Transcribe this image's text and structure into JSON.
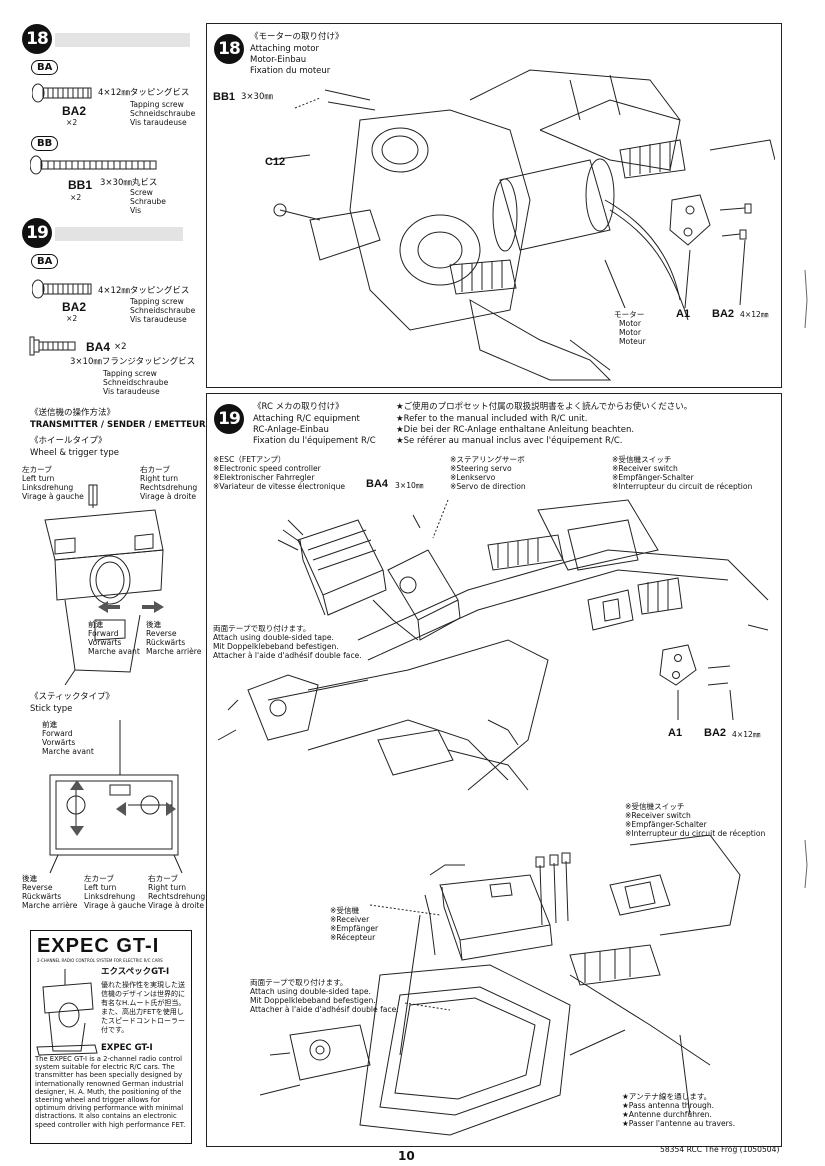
{
  "left": {
    "step18_badge": "18",
    "ba_pill": "BA",
    "ba2_spec": "4×12㎜タッピングビス",
    "ba2_spec_en": "Tapping screw",
    "ba2_spec_de": "Schneidschraube",
    "ba2_spec_fr": "Vis taraudeuse",
    "ba2_label": "BA2",
    "ba2_qty": "×2",
    "bb_pill": "BB",
    "bb1_label": "BB1",
    "bb1_spec": "3×30㎜丸ビス",
    "bb1_spec_en": "Screw",
    "bb1_spec_de": "Schraube",
    "bb1_spec_fr": "Vis",
    "bb1_qty": "×2",
    "step19_badge": "19",
    "ba_pill2": "BA",
    "ba2b_spec": "4×12㎜タッピングビス",
    "ba2b_spec_en": "Tapping screw",
    "ba2b_spec_de": "Schneidschraube",
    "ba2b_spec_fr": "Vis taraudeuse",
    "ba2b_label": "BA2",
    "ba2b_qty": "×2",
    "ba4_label": "BA4",
    "ba4_qty": "×2",
    "ba4_spec": "3×10㎜フランジタッピングビス",
    "ba4_spec_en": "Tapping screw",
    "ba4_spec_de": "Schneidschraube",
    "ba4_spec_fr": "Vis taraudeuse",
    "tx_jp": "《送信機の操作方法》",
    "tx_title": "TRANSMITTER / SENDER / EMETTEUR",
    "wheel_jp": "《ホイールタイプ》",
    "wheel_en": "Wheel & trigger type",
    "left_turn_jp": "左カーブ",
    "left_turn_en": "Left turn",
    "left_turn_de": "Linksdrehung",
    "left_turn_fr": "Virage à gauche",
    "right_turn_jp": "右カーブ",
    "right_turn_en": "Right turn",
    "right_turn_de": "Rechtsdrehung",
    "right_turn_fr": "Virage à droite",
    "fwd_jp": "前進",
    "fwd_en": "Forward",
    "fwd_de": "Vorwärts",
    "fwd_fr": "Marche avant",
    "rev_jp": "後進",
    "rev_en": "Reverse",
    "rev_de": "Rückwärts",
    "rev_fr": "Marche arrière",
    "stick_jp": "《スティックタイプ》",
    "stick_en": "Stick type",
    "s_fwd_jp": "前進",
    "s_fwd_en": "Forward",
    "s_fwd_de": "Vorwärts",
    "s_fwd_fr": "Marche avant",
    "s_rev_jp": "後進",
    "s_rev_en": "Reverse",
    "s_rev_de": "Rückwärts",
    "s_rev_fr": "Marche arrière",
    "s_left_jp": "左カーブ",
    "s_left_en": "Left turn",
    "s_left_de": "Linksdrehung",
    "s_left_fr": "Virage à gauche",
    "s_right_jp": "右カーブ",
    "s_right_en": "Right turn",
    "s_right_de": "Rechtsdrehung",
    "s_right_fr": "Virage à droite"
  },
  "expec": {
    "logo": "EXPEC GT-I",
    "logo_sub": "2-CHANNEL RADIO CONTROL SYSTEM FOR ELECTRIC R/C CARS",
    "title_jp": "エクスペックGT-I",
    "body_jp": "優れた操作性を実現した送信機のデザインは世界的に有名なH.ムート氏が担当。また、高出力FETを使用したスピードコントローラー付です。",
    "title_en": "EXPEC GT-I",
    "body_en": "The EXPEC GT-I is a 2-channel radio control system suitable for electric R/C cars. The transmitter has been specially designed by internationally renowned German industrial designer, H. A. Muth, the positioning of the steering wheel and trigger allows for optimum driving performance with minimal distractions. It also contains an electronic speed controller with high performance FET."
  },
  "step18": {
    "badge": "18",
    "title_jp": "《モーターの取り付け》",
    "title_en": "Attaching motor",
    "title_de": "Motor-Einbau",
    "title_fr": "Fixation du moteur",
    "bb1": "BB1",
    "bb1_size": "3×30㎜",
    "c12": "C12",
    "motor_jp": "モーター",
    "motor_en": "Motor",
    "motor_de": "Motor",
    "motor_fr": "Moteur",
    "a1": "A1",
    "ba2": "BA2",
    "ba2_size": "4×12㎜"
  },
  "step19": {
    "badge": "19",
    "title_jp": "《RC メカの取り付け》",
    "title_en": "Attaching R/C equipment",
    "title_de": "RC-Anlage-Einbau",
    "title_fr": "Fixation du l'équipement R/C",
    "note_jp": "★ご使用のプロポセット付属の取扱説明書をよく読んでからお使いください。",
    "note_en": "★Refer to the manual included with R/C unit.",
    "note_de": "★Die bei der RC-Anlage enthaltane Anleitung beachten.",
    "note_fr": "★Se référer au manual inclus avec l'équipement R/C.",
    "esc_jp": "※ESC（FETアンプ）",
    "esc_en": "※Electronic speed controller",
    "esc_de": "※Elektronischer Fahrregler",
    "esc_fr": "※Variateur de vitesse électronique",
    "servo_jp": "※ステアリングサーボ",
    "servo_en": "※Steering servo",
    "servo_de": "※Lenkservo",
    "servo_fr": "※Servo de direction",
    "rswitch_jp": "※受信機スイッチ",
    "rswitch_en": "※Receiver switch",
    "rswitch_de": "※Empfänger-Schalter",
    "rswitch_fr": "※Interrupteur du circuit de réception",
    "ba4": "BA4",
    "ba4_size": "3×10㎜",
    "tape_jp": "両面テープで取り付けます。",
    "tape_en": "Attach using double-sided tape.",
    "tape_de": "Mit Doppelklebeband befestigen.",
    "tape_fr": "Attacher à l'aide d'adhésif double face.",
    "a1": "A1",
    "ba2": "BA2",
    "ba2_size": "4×12㎜",
    "rswitch2_jp": "※受信機スイッチ",
    "rswitch2_en": "※Receiver switch",
    "rswitch2_de": "※Empfänger-Schalter",
    "rswitch2_fr": "※Interrupteur du circuit de réception",
    "recv_jp": "※受信機",
    "recv_en": "※Receiver",
    "recv_de": "※Empfänger",
    "recv_fr": "※Récepteur",
    "tape2_jp": "両面テープで取り付けます。",
    "tape2_en": "Attach using double-sided tape.",
    "tape2_de": "Mit Doppelklebeband befestigen.",
    "tape2_fr": "Attacher à l'aide d'adhésif double face.",
    "ant_jp": "★アンテナ線を通します。",
    "ant_en": "★Pass antenna through.",
    "ant_de": "★Antenne durchführen.",
    "ant_fr": "★Passer l'antenne au travers."
  },
  "footer": {
    "page": "10",
    "code": "58354  RCC The Frog (1050504)"
  }
}
